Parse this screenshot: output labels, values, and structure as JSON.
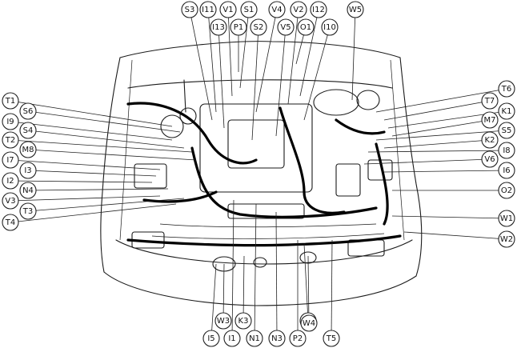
{
  "callouts_top": [
    "S3",
    "I11",
    "V1",
    "S1",
    "V4",
    "V2",
    "I12",
    "W5",
    "I13",
    "P1",
    "S2",
    "V5",
    "O1",
    "I10"
  ],
  "callouts_left": [
    "T1",
    "S6",
    "I9",
    "S4",
    "T2",
    "M8",
    "I7",
    "I3",
    "I2",
    "N4",
    "V3",
    "T3",
    "T4"
  ],
  "callouts_right": [
    "T6",
    "T7",
    "K1",
    "M7",
    "S5",
    "K2",
    "I8",
    "V6",
    "I6",
    "O2",
    "W1",
    "W2"
  ],
  "callouts_bottom": [
    "W3",
    "K3",
    "I4",
    "W4",
    "I5",
    "I1",
    "N1",
    "N3",
    "P2",
    "T5"
  ]
}
